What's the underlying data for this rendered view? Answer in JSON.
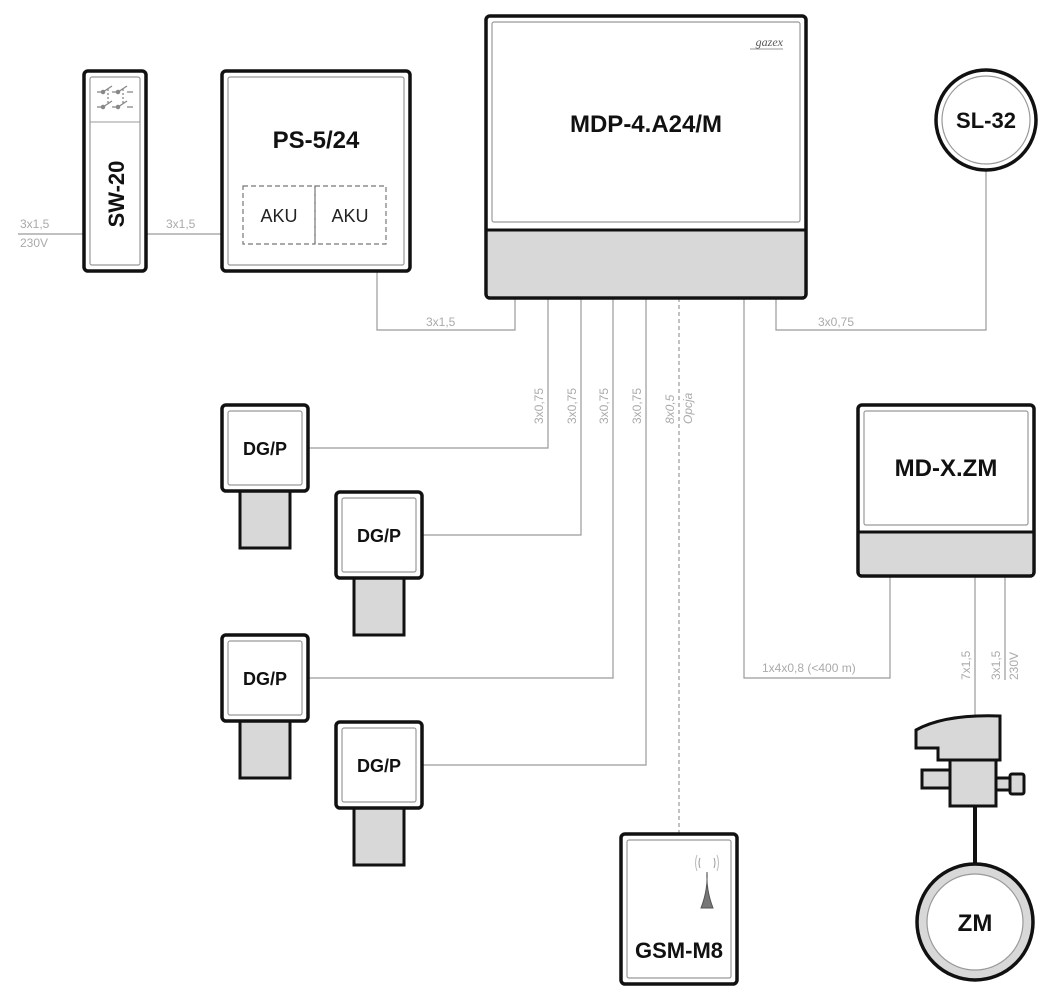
{
  "devices": {
    "sw20": "SW-20",
    "ps524": "PS-5/24",
    "aku": [
      "AKU",
      "AKU"
    ],
    "mdp": "MDP-4.A24/M",
    "brand": "gazex",
    "sl32": "SL-32",
    "mdx": "MD-X.ZM",
    "dgp": [
      "DG/P",
      "DG/P",
      "DG/P",
      "DG/P"
    ],
    "gsm": "GSM-M8",
    "zm": "ZM"
  },
  "cables": {
    "mains_in": [
      "3x1,5",
      "230V"
    ],
    "sw_to_ps": "3x1,5",
    "ps_to_mdp": "3x1,5",
    "mdp_to_sl": "3x0,75",
    "dg_lines": [
      "3x0,75",
      "3x0,75",
      "3x0,75",
      "3x0,75"
    ],
    "gsm_line": [
      "8x0,5",
      "Opcja"
    ],
    "mdp_to_mdx": "1x4x0,8 (<400 m)",
    "mdx_to_valve": "7x1,5",
    "mdx_power": [
      "3x1,5",
      "230V"
    ]
  },
  "colors": {
    "outline": "#111111",
    "module_fill": "#d8d8d8",
    "wire": "#9a9a9a",
    "label": "#aaaaaa"
  }
}
